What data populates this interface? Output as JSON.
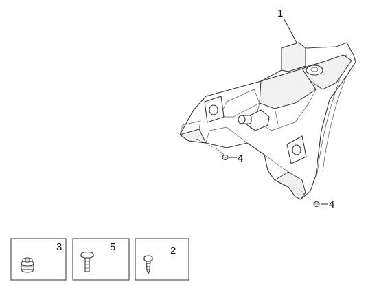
{
  "callouts": {
    "main_part": "1",
    "small_screw": "2",
    "rubber_grommet": "3",
    "clip_upper": "4",
    "clip_lower": "4",
    "screw": "5"
  },
  "icons": {
    "main_part": "light-housing-bracket-icon",
    "clip": "plastic-clip-icon",
    "grommet": "rubber-grommet-icon",
    "screw": "screw-icon",
    "tapping_screw": "self-tapping-screw-icon"
  }
}
